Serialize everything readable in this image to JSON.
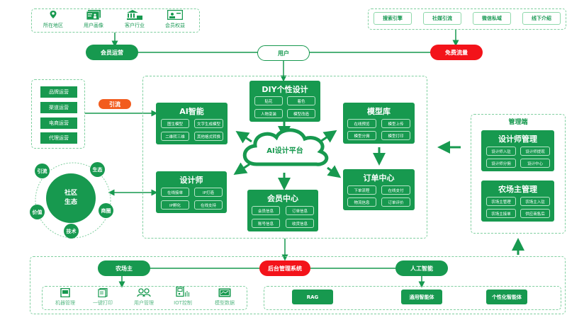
{
  "colors": {
    "green": "#17994f",
    "red": "#f3131a",
    "orange": "#f25c1e",
    "dashed": "#7fcf9f"
  },
  "user_sources": [
    {
      "icon": "location-pin-icon",
      "label": "所在地区"
    },
    {
      "icon": "user-profile-card-icon",
      "label": "用户画像"
    },
    {
      "icon": "bank-building-icon",
      "label": "客户行业"
    },
    {
      "icon": "id-card-icon",
      "label": "会员权益"
    }
  ],
  "traffic_sources": [
    "搜索引擎",
    "社媒引流",
    "微信私域",
    "线下介绍"
  ],
  "nodes": {
    "member_ops": "会员运营",
    "user": "用户",
    "free_traffic": "免费流量",
    "lead": "引流",
    "backend": "后台管理系统",
    "farm_owner": "农场主",
    "ai": "人工智能"
  },
  "operations": [
    "品牌运营",
    "渠道运营",
    "电商运营",
    "代理运营"
  ],
  "community": {
    "center": [
      "社区",
      "生态"
    ],
    "satellites": [
      "引流",
      "生态",
      "商圈",
      "技术",
      "价值"
    ]
  },
  "platform": {
    "cloud": "AI设计平台",
    "modules": {
      "diy": {
        "title": "DIY个性设计",
        "items": [
          "贴花",
          "着色",
          "人物变装",
          "模型改造"
        ]
      },
      "ai": {
        "title": "AI智能",
        "items": [
          "图生模型",
          "文字生成模型",
          "二维转三维",
          "其他格式转换"
        ]
      },
      "models": {
        "title": "模型库",
        "items": [
          "在线预览",
          "模型上传",
          "模型分佣",
          "模型打印"
        ]
      },
      "designer": {
        "title": "设计师",
        "items": [
          "在线接单",
          "IP打造",
          "IP孵化",
          "在线支持"
        ]
      },
      "member": {
        "title": "会员中心",
        "items": [
          "会员信息",
          "订单信息",
          "账号信息",
          "收货信息"
        ]
      },
      "orders": {
        "title": "订单中心",
        "items": [
          "下单流程",
          "在线支付",
          "物流信息",
          "订单评价"
        ]
      }
    }
  },
  "admin": {
    "title": "管理端",
    "designer_mgmt": {
      "title": "设计师管理",
      "items": [
        "设计师入驻",
        "设计师提现",
        "设计师分佣",
        "设计中心"
      ]
    },
    "farm_mgmt": {
      "title": "农场主管理",
      "items": [
        "农场主管理",
        "农场主入驻",
        "农场主接单",
        "供应商售后"
      ]
    }
  },
  "farm_tools": [
    {
      "icon": "machine-monitor-icon",
      "label": "机器管理"
    },
    {
      "icon": "print-document-icon",
      "label": "一键打印"
    },
    {
      "icon": "users-icon",
      "label": "用户管理"
    },
    {
      "icon": "iot-control-icon",
      "label": "IOT控制"
    },
    {
      "icon": "data-chart-icon",
      "label": "模型数据"
    }
  ],
  "ai_tools": [
    "RAG",
    "通用智能体",
    "个性化智能体"
  ]
}
